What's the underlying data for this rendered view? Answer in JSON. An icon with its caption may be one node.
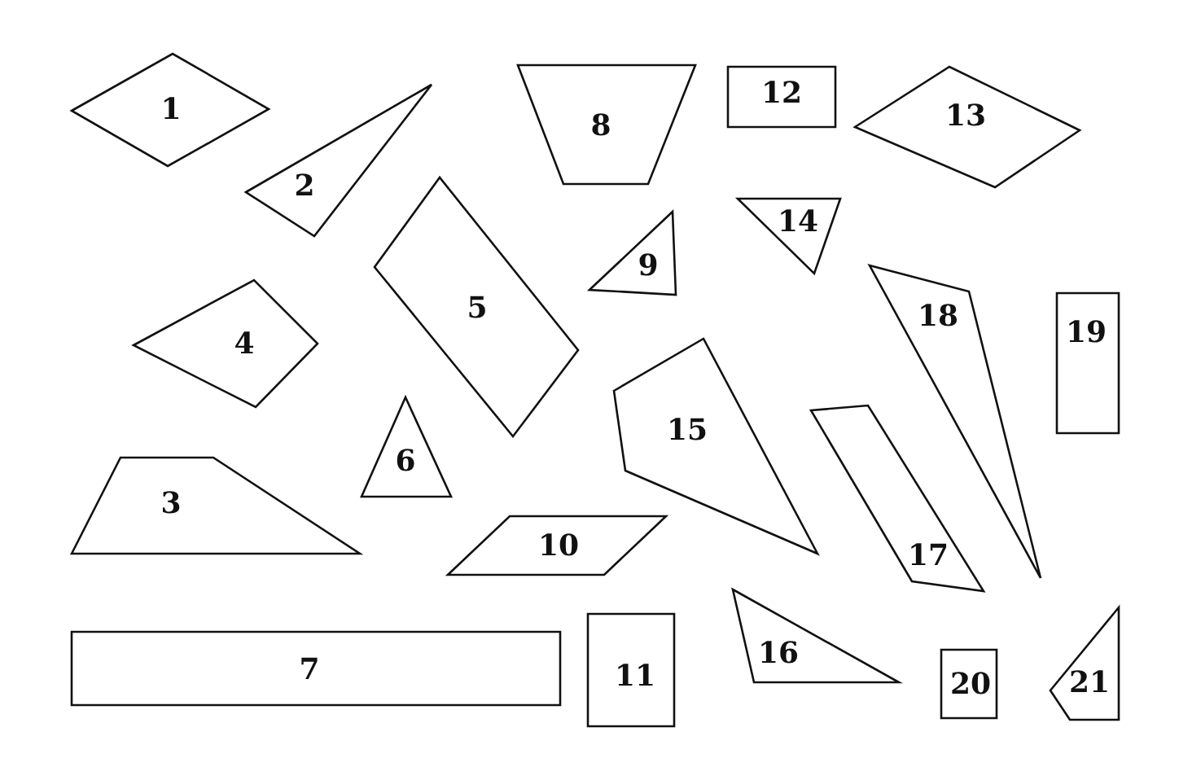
{
  "diagram": {
    "nodes": [
      {
        "text": [
          "1"
        ]
      },
      {
        "text": [
          "2"
        ]
      },
      {
        "text": [
          "3"
        ]
      },
      {
        "text": [
          "4"
        ]
      },
      {
        "text": [
          "5"
        ]
      },
      {
        "text": [
          "6"
        ]
      },
      {
        "text": [
          "7"
        ]
      },
      {
        "text": [
          "8"
        ]
      },
      {
        "text": [
          "9"
        ]
      },
      {
        "text": [
          "10"
        ]
      },
      {
        "text": [
          "11"
        ]
      },
      {
        "text": [
          "12"
        ]
      },
      {
        "text": [
          "13"
        ]
      },
      {
        "text": [
          "14"
        ]
      },
      {
        "text": [
          "15"
        ]
      },
      {
        "text": [
          "16"
        ]
      },
      {
        "text": [
          "17"
        ]
      },
      {
        "text": [
          "18"
        ]
      },
      {
        "text": [
          "19"
        ]
      },
      {
        "text": [
          "20"
        ]
      },
      {
        "text": [
          "21"
        ]
      }
    ]
  }
}
